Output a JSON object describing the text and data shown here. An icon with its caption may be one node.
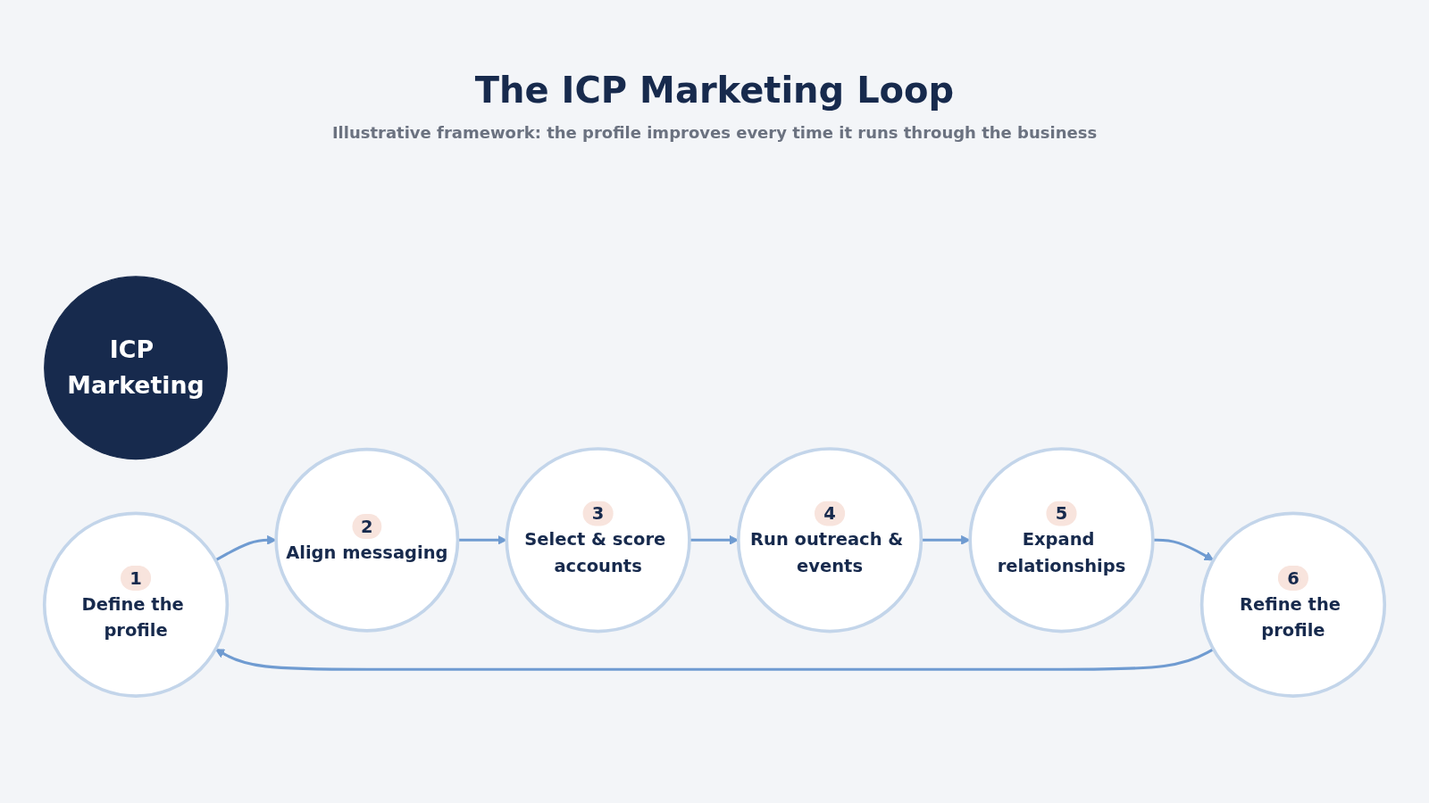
{
  "diagram": {
    "title": "The ICP Marketing Loop",
    "nodes": [
      {
        "text": [
          "ICP Marketing"
        ]
      },
      {
        "text": [
          "1",
          "Define the profile"
        ]
      },
      {
        "text": [
          "2",
          "Align messaging"
        ]
      },
      {
        "text": [
          "3",
          "Select & score accounts"
        ]
      },
      {
        "text": [
          "4",
          "Run outreach & events"
        ]
      },
      {
        "text": [
          "5",
          "Expand relationships"
        ]
      },
      {
        "text": [
          "6",
          "Refine the profile"
        ]
      }
    ],
    "edges": [
      {
        "from": 1,
        "to": 2,
        "arrow": "to"
      },
      {
        "from": 2,
        "to": 3,
        "arrow": "to"
      },
      {
        "from": 3,
        "to": 4,
        "arrow": "to"
      },
      {
        "from": 4,
        "to": 5,
        "arrow": "to"
      },
      {
        "from": 5,
        "to": 6,
        "arrow": "to"
      },
      {
        "from": 6,
        "to": 1,
        "arrow": "to"
      }
    ],
    "labels": [
      "Illustrative framework: the profile improves every time it runs through the business"
    ]
  }
}
